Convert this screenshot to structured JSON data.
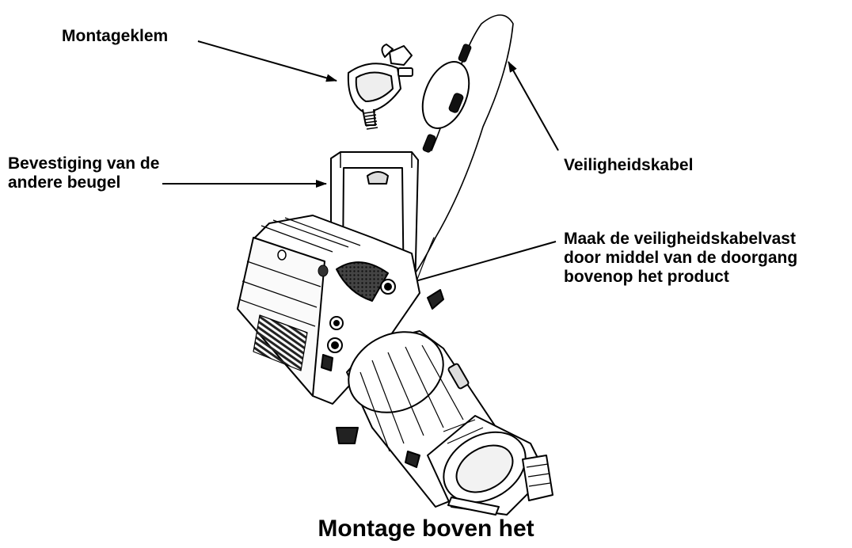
{
  "labels": {
    "clamp": "Montageklem",
    "bracket_line1": "Bevestiging van de",
    "bracket_line2": "andere beugel",
    "cable": "Veiligheidskabel",
    "fasten_line1": "Maak de veiligheidskabelvast",
    "fasten_line2": "door middel van de doorgang",
    "fasten_line3": "bovenop het product"
  },
  "caption": "Montage boven het",
  "colors": {
    "ink": "#000000",
    "background": "#ffffff",
    "shadow": "#2a2a2a"
  }
}
